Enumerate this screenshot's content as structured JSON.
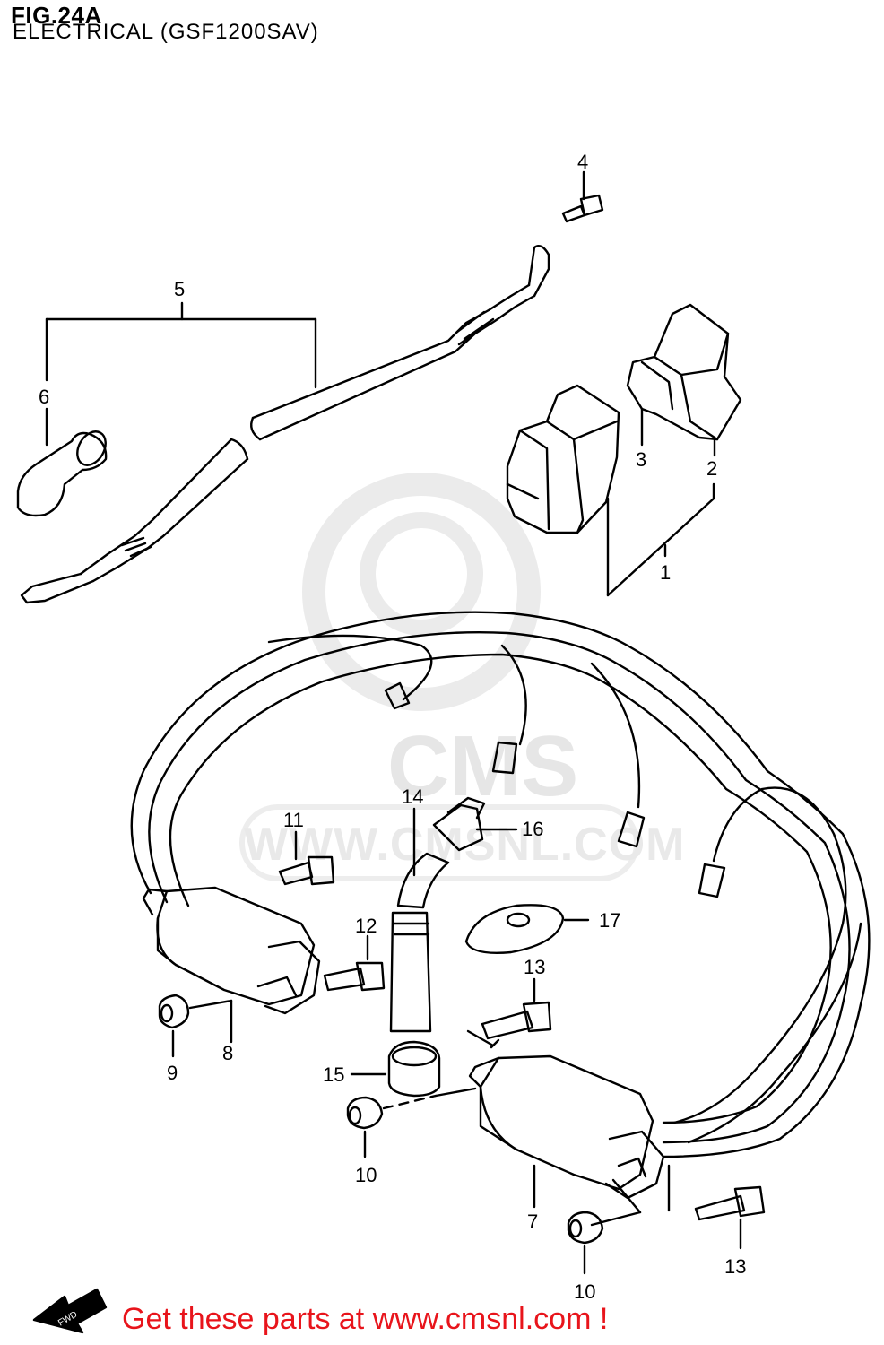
{
  "header": {
    "figure": "FIG.24A",
    "title": "ELECTRICAL (GSF1200SAV)"
  },
  "watermark": {
    "brand": "CMS",
    "url": "WWW.CMSNL.COM"
  },
  "fwd_icon": {
    "label": "FWD"
  },
  "callouts": {
    "c1": "1",
    "c2": "2",
    "c3": "3",
    "c4": "4",
    "c5": "5",
    "c6": "6",
    "c7": "7",
    "c8": "8",
    "c9": "9",
    "c10a": "10",
    "c10b": "10",
    "c11": "11",
    "c12": "12",
    "c13a": "13",
    "c13b": "13",
    "c14": "14",
    "c15": "15",
    "c16": "16",
    "c17": "17"
  },
  "footer": {
    "cta": "Get these parts at www.cmsnl.com !"
  },
  "colors": {
    "line": "#000000",
    "cta": "#e8141b",
    "watermark": "#e6e6e6"
  }
}
